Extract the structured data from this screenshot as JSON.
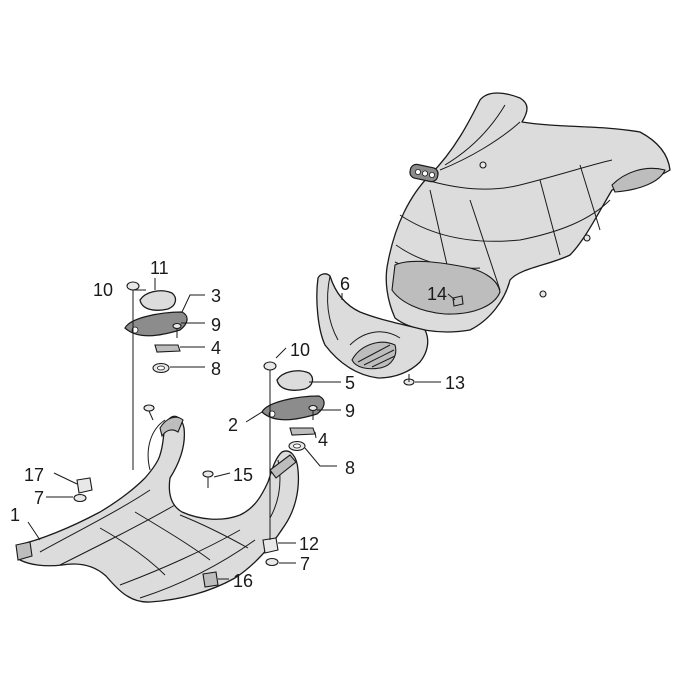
{
  "callouts": {
    "c1": "1",
    "c2": "2",
    "c3": "3",
    "c4a": "4",
    "c4b": "4",
    "c5": "5",
    "c6": "6",
    "c7a": "7",
    "c7b": "7",
    "c8a": "8",
    "c8b": "8",
    "c9a": "9",
    "c9b": "9",
    "c10a": "10",
    "c10b": "10",
    "c11": "11",
    "c12": "12",
    "c13": "13",
    "c14": "14",
    "c15": "15",
    "c16": "16",
    "c17": "17"
  }
}
